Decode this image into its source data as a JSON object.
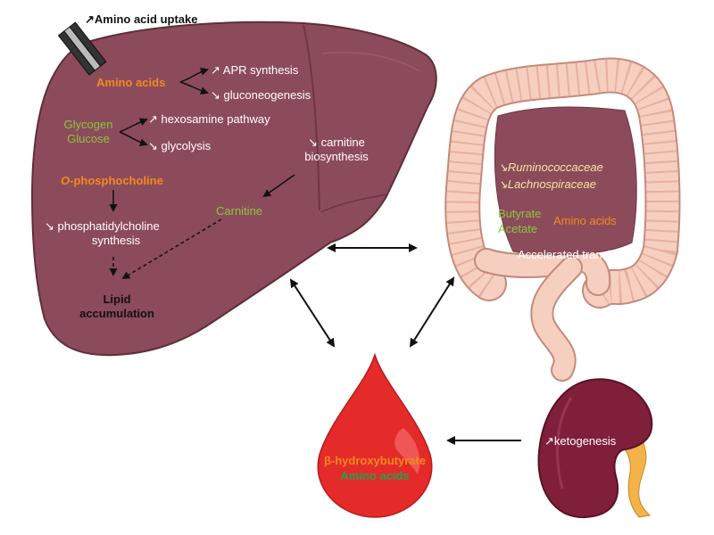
{
  "colors": {
    "liver": "#8c4b5a",
    "intestine": "#f6cfc0",
    "blood_drop": "#e52a2a",
    "kidney": "#7f1f3a",
    "orange_label": "#f28a1e",
    "green_label": "#8cc63f"
  },
  "icons": {
    "transporter": "transporter-channel-icon"
  },
  "liver": {
    "uptake_label": "↗Amino acid uptake",
    "amino_acids": "Amino acids",
    "apr_synthesis": "↗ APR synthesis",
    "gluconeogenesis": "↘ gluconeogenesis",
    "glycogen": "Glycogen",
    "glucose": "Glucose",
    "hexosamine": "↗ hexosamine pathway",
    "glycolysis": "↘ glycolysis",
    "carnitine_biosynthesis_line1": "↘ carnitine",
    "carnitine_biosynthesis_line2": "biosynthesis",
    "o_phosphocholine_italic": "O",
    "o_phosphocholine_rest": "-phosphocholine",
    "carnitine": "Carnitine",
    "pc_synthesis_line1": "↘ phosphatidylcholine",
    "pc_synthesis_line2": "synthesis",
    "lipid_line1": "Lipid",
    "lipid_line2": "accumulation"
  },
  "intestine": {
    "ruminococcaceae_arrow": "↘",
    "ruminococcaceae": "Ruminococcaceae",
    "lachnospiraceae_arrow": "↘",
    "lachnospiraceae": "Lachnospiraceae",
    "butyrate": "Butyrate",
    "acetate": "Acetate",
    "amino_acids": "Amino acids",
    "accelerated_transit": "Accelerated transit"
  },
  "blood": {
    "bhb": "β-hydroxybutyrate",
    "amino_acids": "Amino acids"
  },
  "kidney": {
    "ketogenesis": "↗ketogenesis"
  }
}
